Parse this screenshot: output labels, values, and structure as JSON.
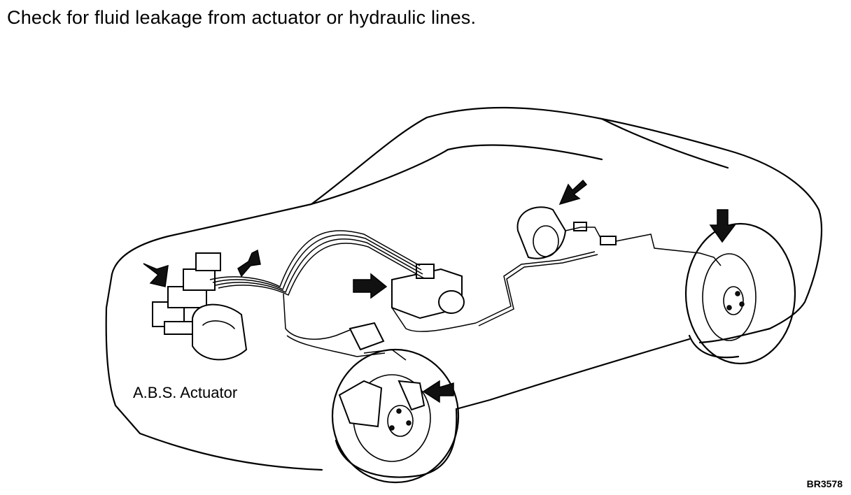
{
  "instruction": "Check for fluid leakage from actuator or hydraulic lines.",
  "callouts": {
    "abs_actuator": "A.B.S. Actuator"
  },
  "figure_code": "BR3578",
  "arrows": [
    "arrow",
    "arrow",
    "arrow",
    "arrow",
    "arrow",
    "arrow"
  ]
}
